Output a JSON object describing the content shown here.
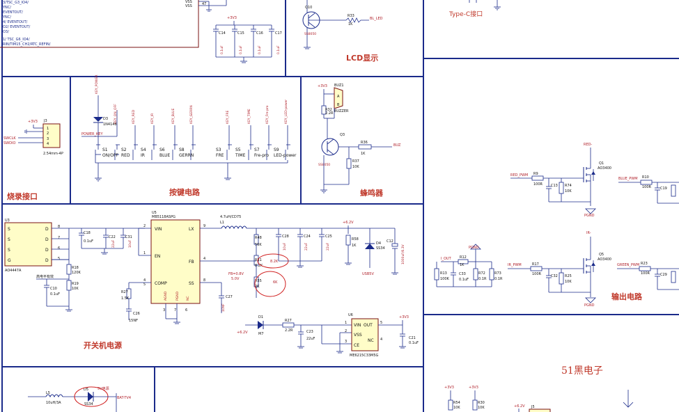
{
  "sections": {
    "lcd": "LCD显示",
    "prog": "烧录接口",
    "keys": "按键电路",
    "buzzer": "蜂鸣器",
    "power": "开关机电源",
    "output": "输出电路",
    "typec": "Type-C接口",
    "brand": "51黑电子"
  },
  "mcu_pins": [
    "3/TSC_G3_IO4/",
    "YNC/",
    "EVENTOUT/",
    "YNC/",
    "4/ EVENTOUT/",
    "O2/ EVENTOUT/",
    "O3/",
    "1/ TSC_G6_IO4/",
    "RIN/TIM15_CH2/RTC_REFIN/"
  ],
  "mcu_right": {
    "vss1": "VSS",
    "vss2": "VSS",
    "pin47": "47"
  },
  "decoupling": {
    "v33": "+3V3",
    "caps": [
      "C14",
      "C15",
      "C16",
      "C17"
    ],
    "vals": [
      "0.1uF",
      "0.1uF",
      "0.1uF",
      "0.1uF"
    ]
  },
  "lcd": {
    "q": "Q10",
    "r": "R33",
    "rv": "1K",
    "net": "BL_LED",
    "chip": "SS8050"
  },
  "prog": {
    "v33": "+3V3",
    "j": "J3",
    "pins": [
      "1",
      "2",
      "3",
      "4"
    ],
    "nets": [
      "SWCLK",
      "SWDIO"
    ],
    "part": "2.54mm-4P"
  },
  "keys": {
    "nets": [
      "KEY_POWER",
      "KEY_ON_OFF",
      "KEY_RED",
      "KEY_IR",
      "KEY_BLUE",
      "KEY_GERRN",
      "KEY_FRE",
      "KEY_TIME",
      "KEY_Fre-pro",
      "KEY_LED-power"
    ],
    "d": "D3",
    "dv": "1N4148",
    "pnet": "POWER_KEY",
    "switches": [
      {
        "id": "S1",
        "label": "ON/OFF"
      },
      {
        "id": "S2",
        "label": "RED"
      },
      {
        "id": "S4",
        "label": "IR"
      },
      {
        "id": "S6",
        "label": "BLUE"
      },
      {
        "id": "S8",
        "label": "GERRN"
      },
      {
        "id": "S3",
        "label": "FRE"
      },
      {
        "id": "S5",
        "label": "TIME"
      },
      {
        "id": "S7",
        "label": "Fre-pro"
      },
      {
        "id": "S9",
        "label": "LED-power"
      }
    ]
  },
  "buzzer": {
    "v33": "+3V3",
    "buz": "BUZ1",
    "a": "A",
    "b": "B",
    "part": "BUZZER",
    "r32": "R32",
    "r32v": "2.2R",
    "q": "Q3",
    "r36": "R36",
    "r36v": "1K",
    "net": "BUZ",
    "r37": "R37",
    "r37v": "10K",
    "chip": "SS8050"
  },
  "power": {
    "u3": "U3",
    "u3part": "AO4447A",
    "u3pins": [
      "S",
      "S",
      "S",
      "G",
      "D",
      "D",
      "D",
      "D"
    ],
    "u3nums": [
      "8",
      "7",
      "6",
      "5"
    ],
    "c18": "C18",
    "c18v": "0.1uF",
    "c22": "C22",
    "c22v": "22uF",
    "c31": "C31",
    "c31v": "10uF",
    "r18": "R18",
    "r18v": "120K",
    "r19": "R19",
    "r19v": "10K",
    "c10": "C10",
    "c10v": "0.1uF",
    "pnote": "高电平有效",
    "u5": "U5",
    "u5part": "MB5118ASPG",
    "u5pins": [
      "VIN",
      "EN",
      "COMP",
      "LX",
      "FB",
      "SS",
      "AGND",
      "PGND",
      "NC"
    ],
    "u5nums": [
      "2",
      "1",
      "4",
      "5",
      "9",
      "4",
      "8",
      "3",
      "7",
      "6"
    ],
    "l1": "L1",
    "l1v": "4.7uH/CD75",
    "r27": "R27",
    "r27v": "1.5K",
    "c26": "C26",
    "c26v": "15NF",
    "c27": "C27",
    "c27v": "10NF",
    "r48": "R48",
    "r48v": "56K",
    "r51": "R51",
    "r51v": "8.2K",
    "r55": "R55",
    "r55v": "2K",
    "fb_note1": "FB=0.8V",
    "fb_note2": "5.0V",
    "anno1": "8.2K",
    "anno2": "6K",
    "c28": "C28",
    "c28v": "10uF",
    "c24": "C24",
    "c24v": "22uF",
    "c25": "C25",
    "c25v": "22uF",
    "v62": "+6.2V",
    "r58": "R58",
    "r58v": "1K",
    "d4": "D4",
    "d4v": "SS34",
    "usb": "USB5V",
    "c12": "C12",
    "c12v": "1000uF/6.3V",
    "d1": "D1",
    "d1v": "M7",
    "vin62": "+6.2V",
    "r27b": "R27",
    "r27bv": "2.2R",
    "c23": "C23",
    "c23v": "22uF",
    "u6": "U6",
    "u6part": "ME6215C33M5G",
    "u6pins": [
      "VIN",
      "OUT",
      "VSS",
      "CE",
      "NC"
    ],
    "u6nums": [
      "1",
      "5",
      "2",
      "3",
      "4"
    ],
    "v33": "+3V3",
    "c21": "C21",
    "c21v": "0.1uF"
  },
  "bottom": {
    "l": "L5",
    "lv": "10uH/3A",
    "d": "D5",
    "dv": "SS34",
    "note": "5V电源",
    "net": "BAT-TV4",
    "v33a": "+3V3",
    "v33b": "+3V3",
    "r54": "R54",
    "r54v": "10K",
    "r30": "R30",
    "r30v": "10K",
    "v62": "+6.2V",
    "j5": "J5"
  },
  "output": {
    "red_net": "RED-",
    "q1": "Q1",
    "q1p": "AO3400",
    "red_pwm": "RED_PWM",
    "r9": "R9",
    "r9v": "100R",
    "c13": "C13",
    "r74": "R74",
    "r74v": "10K",
    "blue_pwm": "BLUE_PWM",
    "r10": "R10",
    "r10v": "100R",
    "c19": "C19",
    "pgnd": "PGND",
    "ir_net": "IR-",
    "q5": "Q5",
    "q5p": "AO3400",
    "ir_pwm": "IR_PWM",
    "r17": "R17",
    "r17v": "100R",
    "c32": "C32",
    "r25": "R25",
    "r25v": "10K",
    "green_pwm": "GREEN_PWM",
    "r23": "R23",
    "r23v": "100R",
    "c29": "C29",
    "iout": "I_OUT",
    "r13": "R13",
    "r13v": "100K",
    "r12": "R12",
    "r12v": "1K",
    "c33": "C33",
    "c33v": "0.1uF",
    "r72": "R72",
    "r72v": "0.1R",
    "r73": "R73",
    "r73v": "0.1R"
  },
  "colors": {
    "wire": "#1a2a8a",
    "title": "#c0392b",
    "chip": "#fffdc8"
  }
}
